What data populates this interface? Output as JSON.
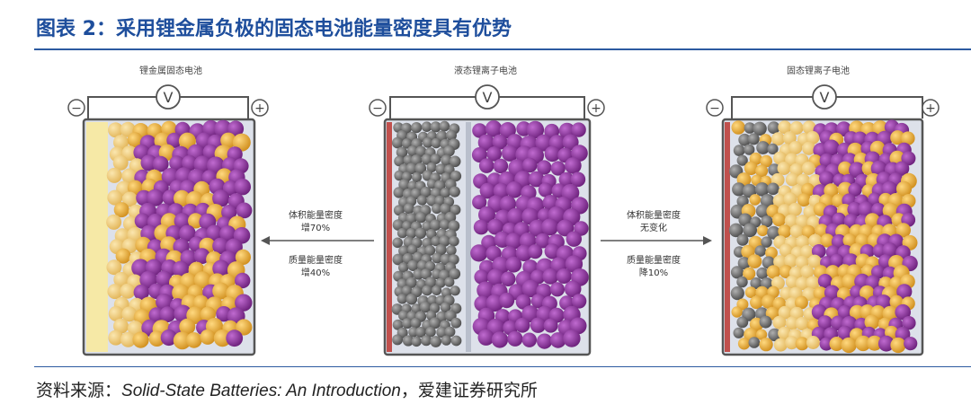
{
  "title": "图表 2：采用锂金属负极的固态电池能量密度具有优势",
  "cells": [
    {
      "name": "锂金属固态电池"
    },
    {
      "name": "液态锂离子电池"
    },
    {
      "name": "固态锂离子电池"
    }
  ],
  "terminals": {
    "minus": "−",
    "plus": "+",
    "meter": "V"
  },
  "left_notes": {
    "vol_label": "体积能量密度",
    "vol_value": "增70%",
    "mass_label": "质量能量密度",
    "mass_value": "增40%"
  },
  "right_notes": {
    "vol_label": "体积能量密度",
    "vol_value": "无变化",
    "mass_label": "质量能量密度",
    "mass_value": "降10%"
  },
  "source": {
    "prefix": "资料来源：",
    "work": "Solid-State Batteries: An Introduction",
    "suffix": "，爱建证券研究所"
  },
  "colors": {
    "title": "#1e4e9c",
    "frame": "#555555",
    "lithium_foil": "#f6e9a6",
    "anode_red": "#c0504d",
    "electrolyte": "#d7dce6",
    "gold": "#e7a935",
    "purple": "#8a2f98",
    "gray": "#6f6f6f",
    "arrow": "#555555"
  }
}
